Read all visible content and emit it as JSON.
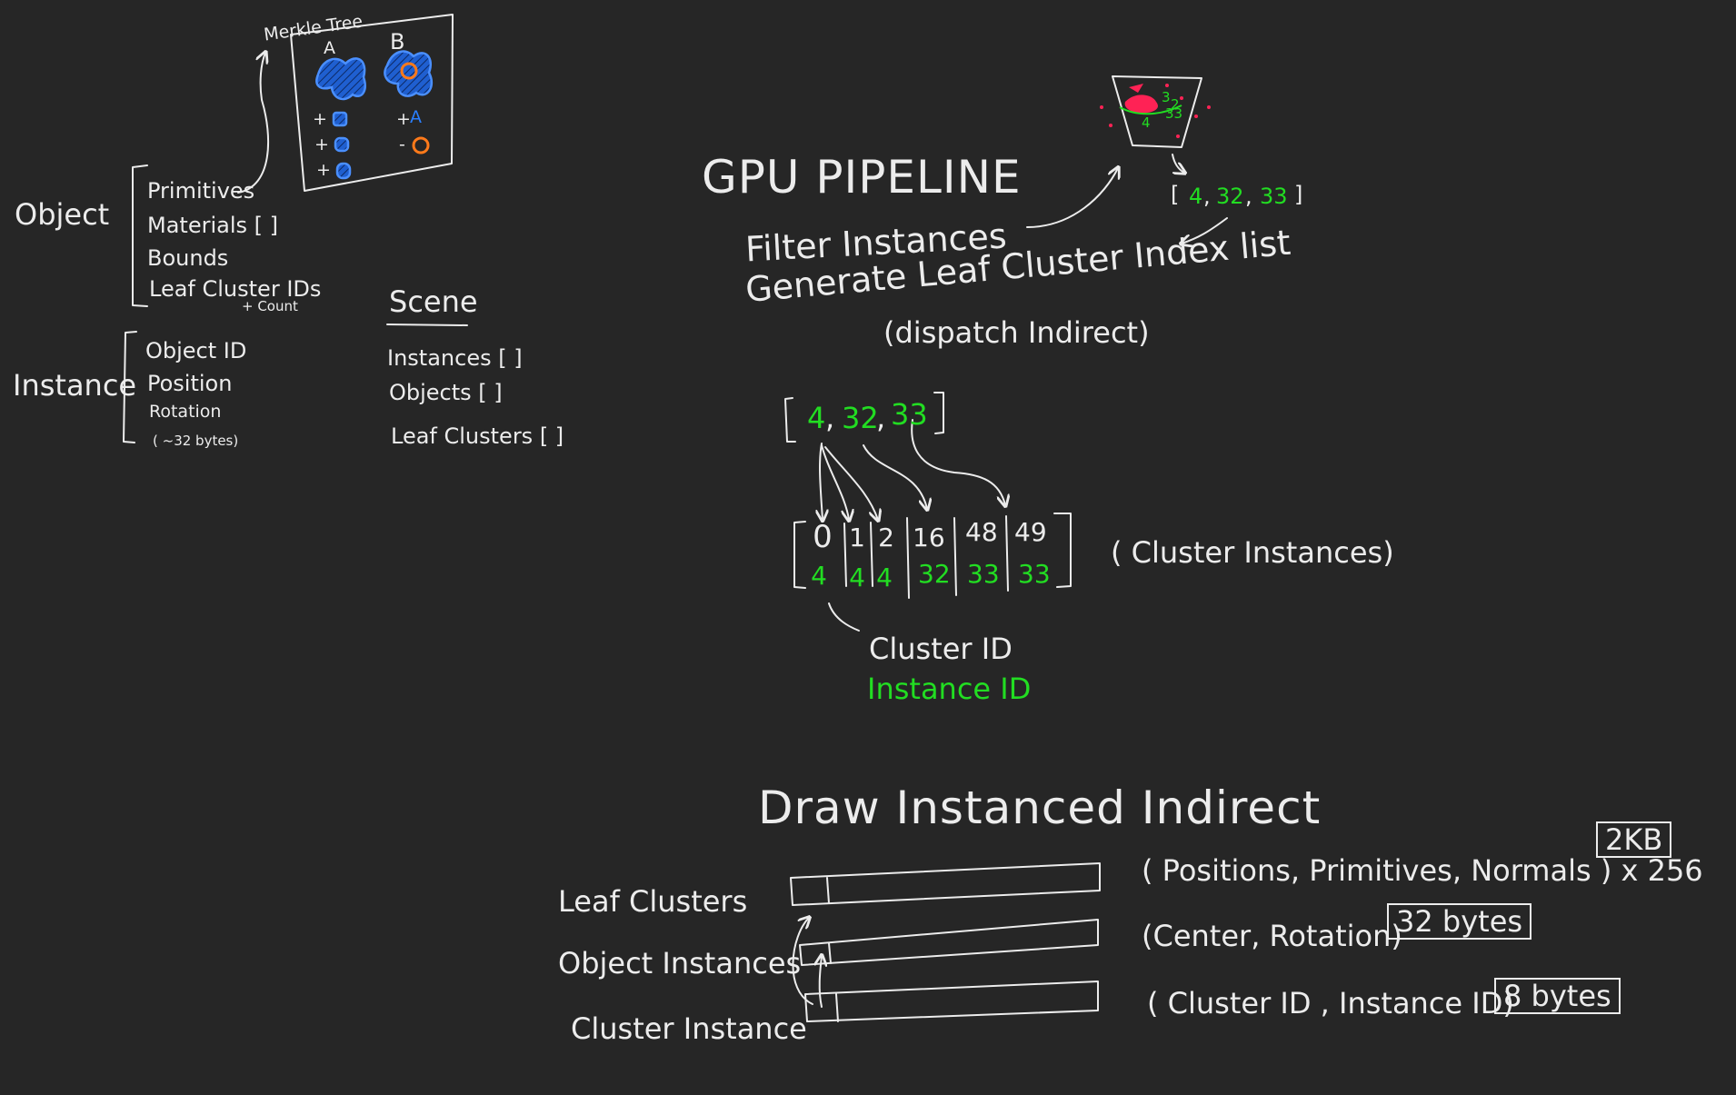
{
  "left_panel": {
    "merkle": {
      "title": "Merkle Tree",
      "col_a": "A",
      "col_b": "B",
      "rows_a": [
        "+",
        "+",
        "+"
      ],
      "rows_b_signs": [
        "+",
        "-"
      ],
      "row_b_first_label": "A"
    },
    "object": {
      "label": "Object",
      "fields": [
        "Primitives",
        "Materials [ ]",
        "Bounds",
        "Leaf Cluster IDs",
        "+ Count"
      ]
    },
    "instance": {
      "label": "Instance",
      "fields": [
        "Object ID",
        "Position",
        "Rotation",
        "( ~32 bytes)"
      ]
    },
    "scene": {
      "title": "Scene",
      "fields": [
        "Instances [ ]",
        "Objects [ ]",
        "Leaf Clusters [ ]"
      ]
    }
  },
  "pipeline": {
    "title": "GPU PIPELINE",
    "steps": [
      "Filter Instances",
      "Generate Leaf Cluster Index list",
      "(dispatch Indirect)"
    ],
    "frustum_numbers": [
      "4",
      "3",
      "2",
      "33"
    ],
    "top_list": {
      "open": "[",
      "close": "]",
      "values": [
        "4",
        "32",
        "33"
      ]
    },
    "mid_list": {
      "open": "[",
      "close": "]",
      "values": [
        "4",
        "32",
        "33"
      ]
    },
    "table": {
      "cluster_ids": [
        "0",
        "1",
        "2",
        "16",
        "48",
        "49"
      ],
      "instance_ids": [
        "4",
        "4",
        "4",
        "32",
        "33",
        "33"
      ],
      "label": "( Cluster Instances)"
    },
    "legend": {
      "cluster": "Cluster ID",
      "instance": "Instance ID"
    }
  },
  "draw": {
    "title": "Draw Instanced Indirect",
    "buffers": [
      {
        "name": "Leaf Clusters",
        "desc": "( Positions, Primitives, Normals ) x 256",
        "size": "2KB"
      },
      {
        "name": "Object Instances",
        "desc": "(Center, Rotation)",
        "size": "32 bytes"
      },
      {
        "name": "Cluster Instance",
        "desc": "( Cluster ID , Instance ID)",
        "size": "8 bytes"
      }
    ]
  },
  "colors": {
    "background": "#262626",
    "chalk": "#ececec",
    "green": "#22dd22",
    "blue": "#2a7fff",
    "orange": "#ff7a1a",
    "red": "#ff2255"
  }
}
